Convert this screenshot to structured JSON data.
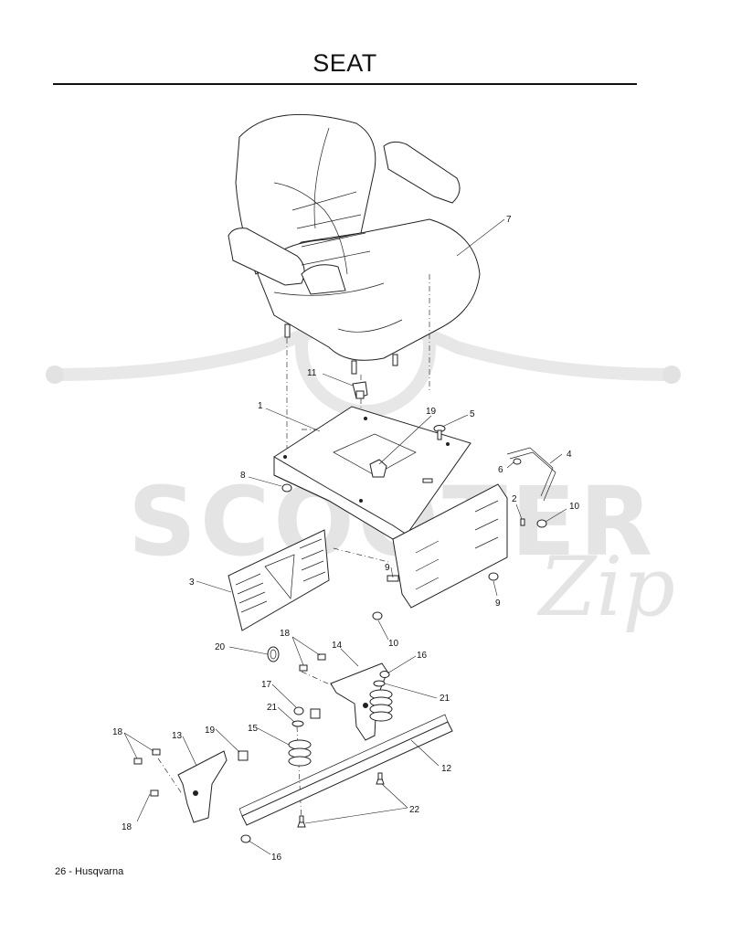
{
  "page": {
    "title": "SEAT",
    "footer": "26 - Husqvarna"
  },
  "watermark": {
    "brand_main": "SCOOTER",
    "brand_script": "Zip"
  },
  "callouts": [
    {
      "key": "c7",
      "text": "7"
    },
    {
      "key": "c11",
      "text": "11"
    },
    {
      "key": "c1",
      "text": "1"
    },
    {
      "key": "c19a",
      "text": "19"
    },
    {
      "key": "c5",
      "text": "5"
    },
    {
      "key": "c8",
      "text": "8"
    },
    {
      "key": "c4",
      "text": "4"
    },
    {
      "key": "c6",
      "text": "6"
    },
    {
      "key": "c2",
      "text": "2"
    },
    {
      "key": "c10a",
      "text": "10"
    },
    {
      "key": "c3",
      "text": "3"
    },
    {
      "key": "c9a",
      "text": "9"
    },
    {
      "key": "c9b",
      "text": "9"
    },
    {
      "key": "c10b",
      "text": "10"
    },
    {
      "key": "c20",
      "text": "20"
    },
    {
      "key": "c18a",
      "text": "18"
    },
    {
      "key": "c14",
      "text": "14"
    },
    {
      "key": "c16a",
      "text": "16"
    },
    {
      "key": "c21a",
      "text": "21"
    },
    {
      "key": "c17",
      "text": "17"
    },
    {
      "key": "c21b",
      "text": "21"
    },
    {
      "key": "c15",
      "text": "15"
    },
    {
      "key": "c12",
      "text": "12"
    },
    {
      "key": "c18b",
      "text": "18"
    },
    {
      "key": "c13",
      "text": "13"
    },
    {
      "key": "c19b",
      "text": "19"
    },
    {
      "key": "c22",
      "text": "22"
    },
    {
      "key": "c18c",
      "text": "18"
    },
    {
      "key": "c16b",
      "text": "16"
    }
  ]
}
